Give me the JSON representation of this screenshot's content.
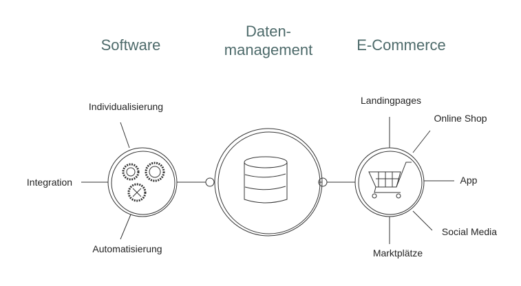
{
  "headings": {
    "software": "Software",
    "data_line1": "Daten-",
    "data_line2": "management",
    "ecommerce": "E-Commerce"
  },
  "software": {
    "labels": [
      "Individualisierung",
      "Integration",
      "Automatisierung"
    ],
    "icon": "gears-icon"
  },
  "data": {
    "icon": "database-icon"
  },
  "ecommerce": {
    "labels": [
      "Landingpages",
      "Online Shop",
      "App",
      "Social Media",
      "Marktplätze"
    ],
    "icon": "shopping-cart-icon"
  }
}
